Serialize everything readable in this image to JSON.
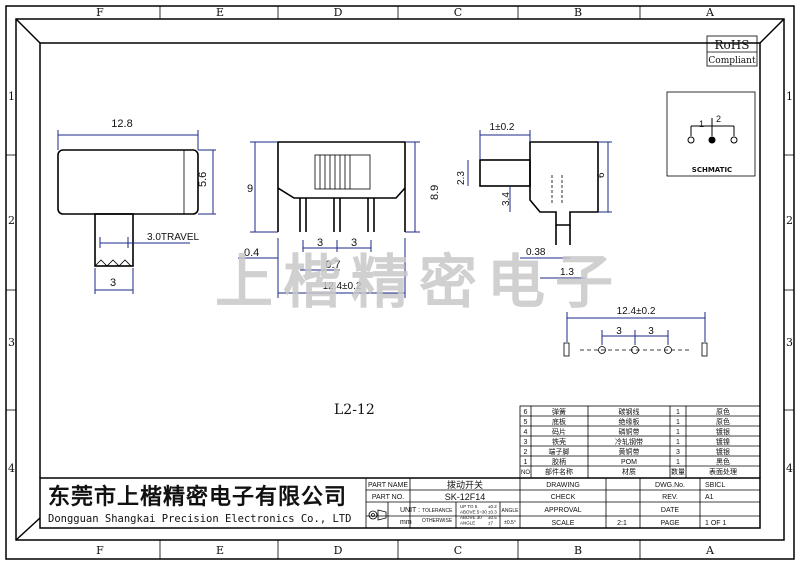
{
  "grid": {
    "columns": [
      "F",
      "E",
      "D",
      "C",
      "B",
      "A"
    ],
    "rows": [
      "1",
      "2",
      "3",
      "4"
    ]
  },
  "rohs": {
    "line1": "RoHS",
    "line2": "Compliant"
  },
  "schematic": {
    "label": "SCHMATIC",
    "pin1": "1",
    "pin2": "2"
  },
  "front_view": {
    "width": "12.8",
    "height": "5.6",
    "travel": "3.0TRAVEL",
    "lever": "3"
  },
  "side_view": {
    "height": "9",
    "body": "8.9",
    "thickness": "0.4",
    "pitch_a": "3",
    "pitch_b": "3",
    "pin_width": "0.7",
    "overall": "12.4±0.2"
  },
  "end_view": {
    "top": "1±0.2",
    "knob": "2.3",
    "body": "6",
    "lower": "3.4",
    "pin": "0.38",
    "tail": "1.3"
  },
  "pcb_view": {
    "overall": "12.4±0.2",
    "pitch_a": "3",
    "pitch_b": "3"
  },
  "watermark": "上楷精密电子",
  "model_label": "L2-12",
  "bom": [
    {
      "no": "6",
      "name": "弹簧",
      "material": "碳钢线",
      "qty": "1",
      "finish": "原色"
    },
    {
      "no": "5",
      "name": "底板",
      "material": "绝缘板",
      "qty": "1",
      "finish": "原色"
    },
    {
      "no": "4",
      "name": "码片",
      "material": "磷铜带",
      "qty": "1",
      "finish": "镀银"
    },
    {
      "no": "3",
      "name": "铁壳",
      "material": "冷轧钢带",
      "qty": "1",
      "finish": "镀镍"
    },
    {
      "no": "2",
      "name": "端子脚",
      "material": "黄铜带",
      "qty": "3",
      "finish": "镀银"
    },
    {
      "no": "1",
      "name": "胶柄",
      "material": "POM",
      "qty": "1",
      "finish": "黑色"
    }
  ],
  "bom_header": {
    "no": "NO",
    "name": "部件名称",
    "material": "材质",
    "qty": "数量",
    "finish": "表面处理"
  },
  "title_block": {
    "company_cn": "东莞市上楷精密电子有限公司",
    "company_en": "Dongguan Shangkai Precision Electronics Co., LTD",
    "part_name_label": "PART NAME",
    "part_name": "拨动开关",
    "part_no_label": "PART NO.",
    "part_no": "SK-12F14",
    "unit_label": "UNIT :",
    "unit": "mm",
    "tolerance_label": "TOLERANCE",
    "otherwise_label": "OTHERWISE",
    "tol_rows": [
      {
        "range": "UP TO 5",
        "val": "±0.2"
      },
      {
        "range": "ABOVE 5~30",
        "val": "±0.3"
      },
      {
        "range": "ABOVE 30",
        "val": "±0.5"
      },
      {
        "range": "ANGLE",
        "val": "±7"
      }
    ],
    "angle_label": "ANGLE",
    "angle_val": "±0.5°",
    "drawing": "DRAWING",
    "check": "CHECK",
    "approval": "APPROVAL",
    "scale_label": "SCALE",
    "scale": "2:1",
    "dwg_no_label": "DWG.No.",
    "dwg_no": "SBICL",
    "rev_label": "REV.",
    "rev": "A1",
    "date_label": "DATE",
    "page_label": "PAGE",
    "page": "1 OF 1"
  }
}
